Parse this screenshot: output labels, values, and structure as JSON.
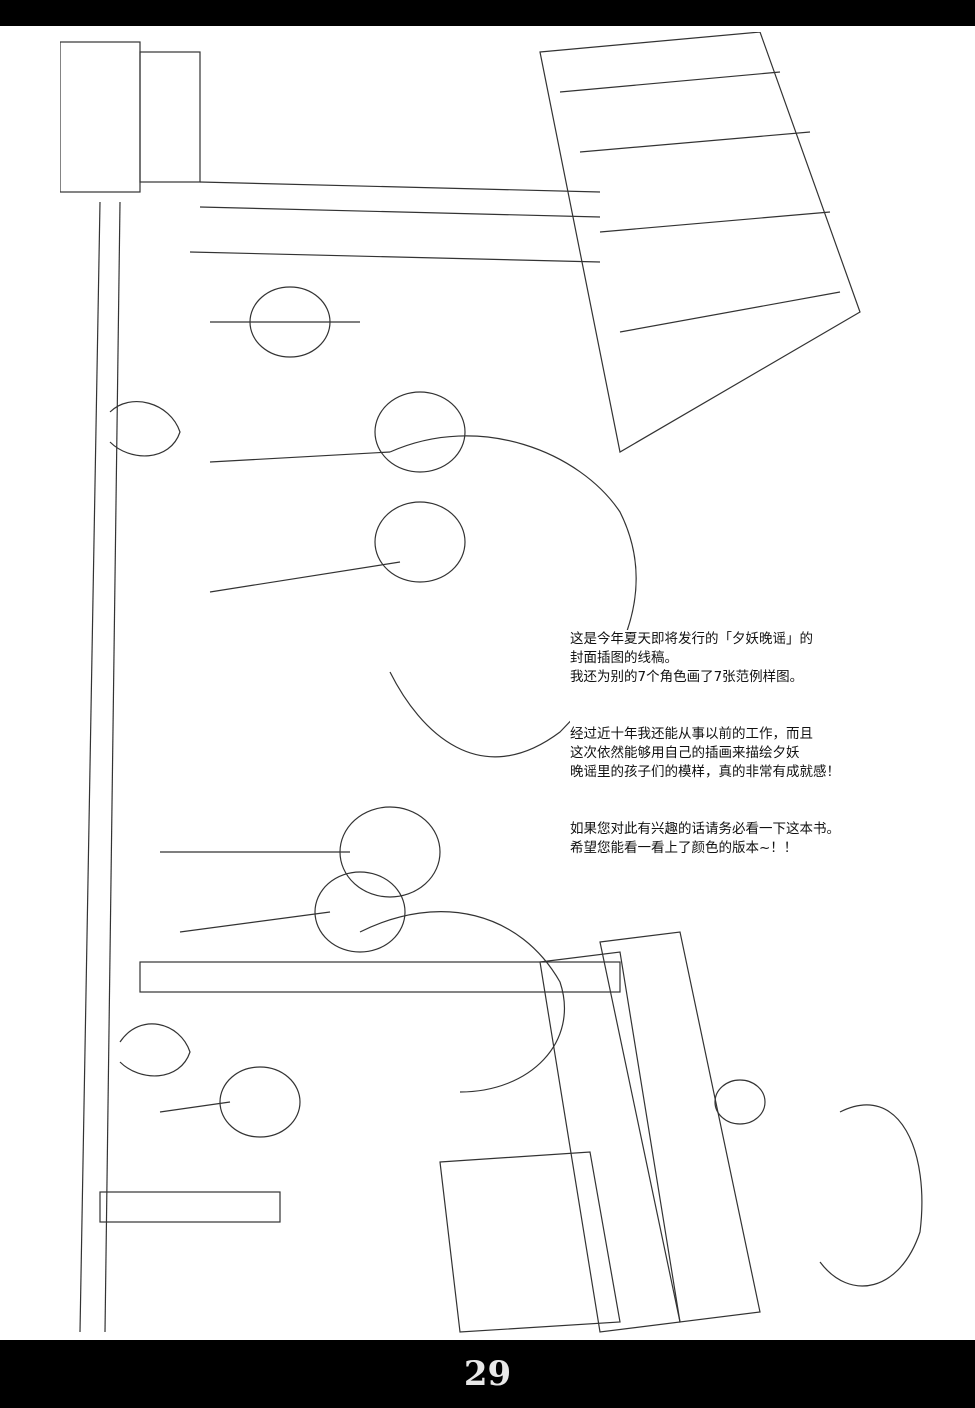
{
  "page_number": "29",
  "caption": {
    "paragraphs": [
      [
        "这是今年夏天即将发行的「夕妖晚谣」的",
        "封面插图的线稿。",
        "我还为别的7个角色画了7张范例样图。"
      ],
      [
        "经过近十年我还能从事以前的工作，而且",
        "这次依然能够用自己的插画来描绘夕妖",
        "晚谣里的孩子们的模样，真的非常有成就感！"
      ],
      [
        "如果您对此有兴趣的话请务必看一下这本书。",
        "希望您能看一看上了颜色的版本~！！"
      ]
    ]
  }
}
